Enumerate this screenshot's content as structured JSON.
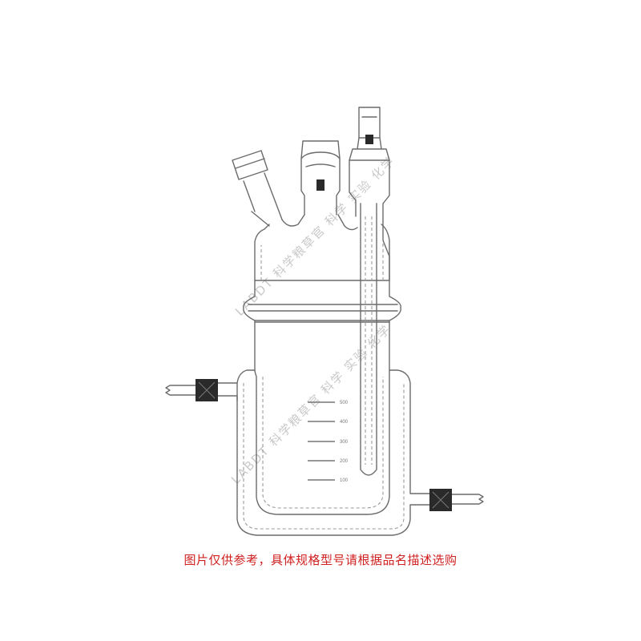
{
  "caption": "图片仅供参考，具体规格型号请根据品名描述选购",
  "watermark": "LABDT 科学粮草官 科学 实验 化学",
  "graduations": [
    "500",
    "400",
    "300",
    "200",
    "100"
  ],
  "colors": {
    "outline": "#6b6b6b",
    "caption": "#d02020",
    "clamp": "#2a2a2a"
  }
}
